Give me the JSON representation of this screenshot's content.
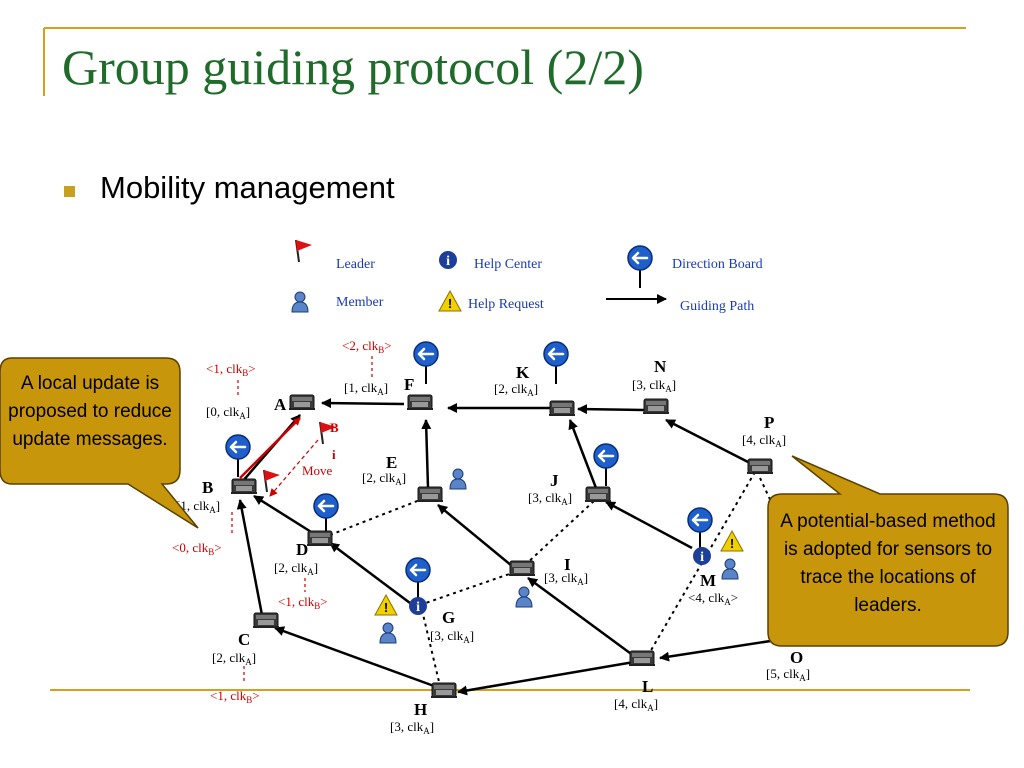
{
  "slide": {
    "title": "Group guiding protocol (2/2)",
    "bullet": "Mobility management"
  },
  "legend": {
    "leader": "Leader",
    "help_center": "Help Center",
    "direction_board": "Direction Board",
    "member": "Member",
    "help_request": "Help Request",
    "guiding_path": "Guiding Path"
  },
  "nodes": {
    "A": {
      "name": "A",
      "label": "[0, clk",
      "sub": "A",
      "suffix": "]"
    },
    "B": {
      "name": "B",
      "label": "[1, clk",
      "sub": "A",
      "suffix": "]"
    },
    "C": {
      "name": "C",
      "label": "[2, clk",
      "sub": "A",
      "suffix": "]"
    },
    "D": {
      "name": "D",
      "label": "[2, clk",
      "sub": "A",
      "suffix": "]"
    },
    "E": {
      "name": "E",
      "label": "[2, clk",
      "sub": "A",
      "suffix": "]"
    },
    "F": {
      "name": "F",
      "label": "[1, clk",
      "sub": "A",
      "suffix": "]"
    },
    "G": {
      "name": "G",
      "label": "[3, clk",
      "sub": "A",
      "suffix": "]"
    },
    "H": {
      "name": "H",
      "label": "[3, clk",
      "sub": "A",
      "suffix": "]"
    },
    "I": {
      "name": "I",
      "label": "[3, clk",
      "sub": "A",
      "suffix": "]"
    },
    "J": {
      "name": "J",
      "label": "[3, clk",
      "sub": "A",
      "suffix": "]"
    },
    "K": {
      "name": "K",
      "label": "[2, clk",
      "sub": "A",
      "suffix": "]"
    },
    "L": {
      "name": "L",
      "label": "[4, clk",
      "sub": "A",
      "suffix": "]"
    },
    "M": {
      "name": "M",
      "label": "<4, clk",
      "sub": "A",
      "suffix": ">"
    },
    "N": {
      "name": "N",
      "label": "[3, clk",
      "sub": "A",
      "suffix": "]"
    },
    "O": {
      "name": "O",
      "label": "[5, clk",
      "sub": "A",
      "suffix": "]"
    },
    "P": {
      "name": "P",
      "label": "[4, clk",
      "sub": "A",
      "suffix": "]"
    }
  },
  "updates": {
    "A": {
      "label": "<1, clk",
      "sub": "B",
      "suffix": ">"
    },
    "B": {
      "label": "<0, clk",
      "sub": "B",
      "suffix": ">"
    },
    "C": {
      "label": "<1, clk",
      "sub": "B",
      "suffix": ">"
    },
    "D": {
      "label": "<1, clk",
      "sub": "B",
      "suffix": ">"
    },
    "F": {
      "label": "<2, clk",
      "sub": "B",
      "suffix": ">"
    }
  },
  "move": {
    "label": "Move",
    "b1": "B",
    "b2": "i"
  },
  "callouts": {
    "left": "A local update is proposed to reduce update messages.",
    "right": "A potential-based method is adopted for sensors to trace the locations of leaders."
  },
  "colors": {
    "title": "#1f6b2a",
    "accent_line": "#d4a020",
    "update_red": "#cc0000",
    "callout_fill": "#c8960a",
    "sign_blue": "#1e5fcc"
  },
  "icons": [
    "leader-flag-icon",
    "help-center-icon",
    "direction-board-icon",
    "member-icon",
    "help-request-icon",
    "sensor-icon"
  ]
}
